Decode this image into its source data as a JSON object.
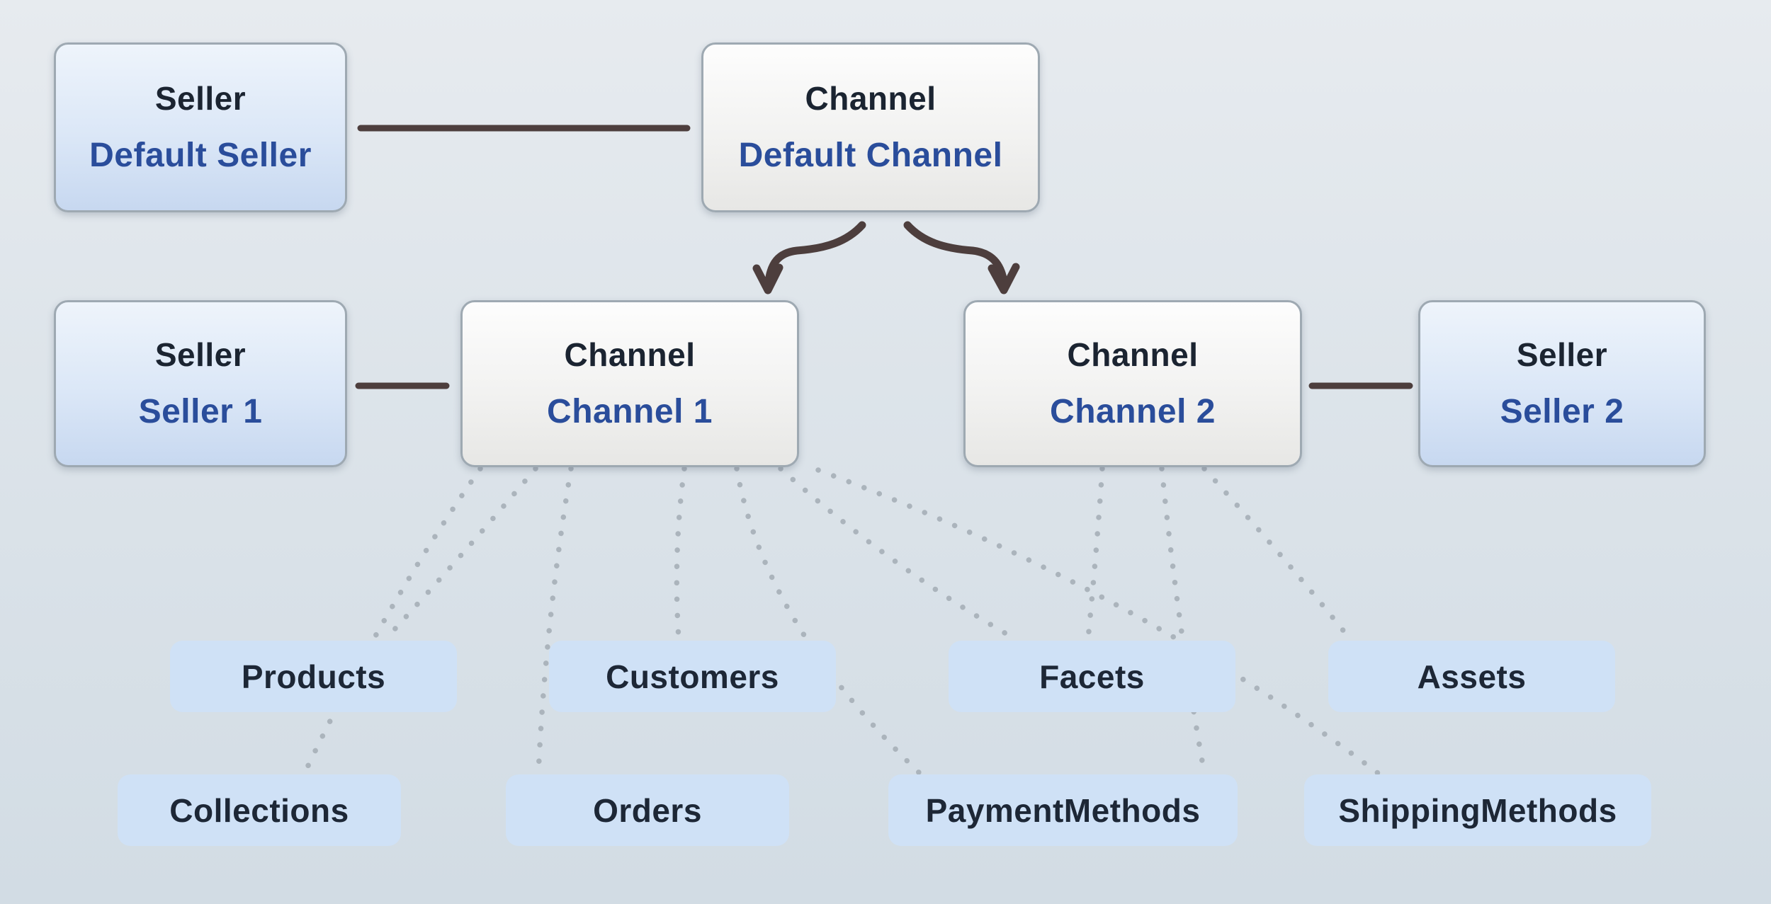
{
  "diagram": {
    "nodes": {
      "default_seller": {
        "type_label": "Seller",
        "name_label": "Default Seller"
      },
      "default_channel": {
        "type_label": "Channel",
        "name_label": "Default Channel"
      },
      "seller1": {
        "type_label": "Seller",
        "name_label": "Seller 1"
      },
      "channel1": {
        "type_label": "Channel",
        "name_label": "Channel 1"
      },
      "channel2": {
        "type_label": "Channel",
        "name_label": "Channel 2"
      },
      "seller2": {
        "type_label": "Seller",
        "name_label": "Seller 2"
      }
    },
    "entities": [
      {
        "id": "products",
        "label": "Products"
      },
      {
        "id": "customers",
        "label": "Customers"
      },
      {
        "id": "facets",
        "label": "Facets"
      },
      {
        "id": "assets",
        "label": "Assets"
      },
      {
        "id": "collections",
        "label": "Collections"
      },
      {
        "id": "orders",
        "label": "Orders"
      },
      {
        "id": "payment_methods",
        "label": "PaymentMethods"
      },
      {
        "id": "shipping_methods",
        "label": "ShippingMethods"
      }
    ],
    "connections": {
      "solid": [
        {
          "from": "default_seller",
          "to": "default_channel"
        },
        {
          "from": "seller1",
          "to": "channel1"
        },
        {
          "from": "channel2",
          "to": "seller2"
        }
      ],
      "arrows": [
        {
          "from": "default_channel",
          "to": "channel1"
        },
        {
          "from": "default_channel",
          "to": "channel2"
        }
      ],
      "dotted": [
        {
          "from": "channel1",
          "to": "products"
        },
        {
          "from": "channel1",
          "to": "collections"
        },
        {
          "from": "channel1",
          "to": "orders"
        },
        {
          "from": "channel1",
          "to": "customers"
        },
        {
          "from": "channel1",
          "to": "payment_methods"
        },
        {
          "from": "channel1",
          "to": "facets"
        },
        {
          "from": "channel1",
          "to": "shipping_methods"
        },
        {
          "from": "channel2",
          "to": "facets"
        },
        {
          "from": "channel2",
          "to": "payment_methods"
        },
        {
          "from": "channel2",
          "to": "assets"
        }
      ]
    },
    "colors": {
      "background_top": "#e7ebef",
      "background_bottom": "#d2dce4",
      "seller_box_top": "#eef4fb",
      "seller_box_bottom": "#c7d8f0",
      "channel_box_top": "#fdfdfd",
      "channel_box_bottom": "#e7e7e5",
      "entity_box": "#cfe1f6",
      "box_border": "#9ea9b2",
      "title_text": "#1b2431",
      "subtitle_text": "#2a4d9b",
      "entity_text": "#1d2736",
      "solid_line": "#4d3e3d",
      "dotted_line": "#a9b1b9"
    }
  }
}
